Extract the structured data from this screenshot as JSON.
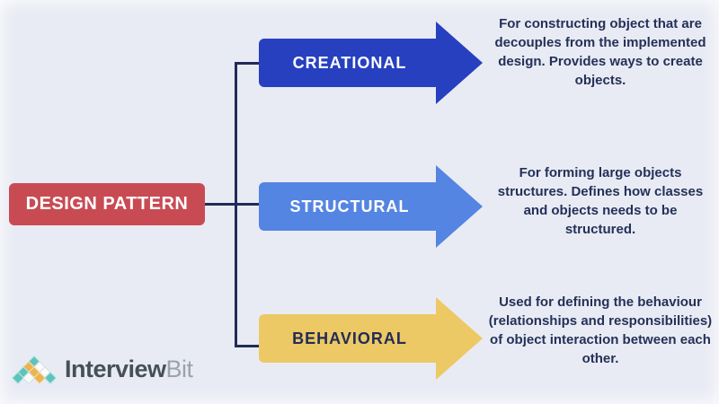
{
  "diagram": {
    "root": {
      "label": "DESIGN PATTERN"
    },
    "branches": [
      {
        "id": "creational",
        "label": "CREATIONAL",
        "description": "For constructing object that are decouples from the implemented design. Provides ways to create objects.",
        "arrow_color": "#2640c0",
        "label_color": "#ffffff"
      },
      {
        "id": "structural",
        "label": "STRUCTURAL",
        "description": "For forming large objects structures. Defines how classes and objects needs to be structured.",
        "arrow_color": "#5585e2",
        "label_color": "#ffffff"
      },
      {
        "id": "behavioral",
        "label": "BEHAVIORAL",
        "description": "Used for defining the behaviour (relationships and responsibilities) of object interaction between each other.",
        "arrow_color": "#ecc964",
        "label_color": "#232c56"
      }
    ]
  },
  "branding": {
    "logo_text_primary": "Interview",
    "logo_text_secondary": "Bit"
  },
  "colors": {
    "background": "#e9ebf4",
    "root_box": "#c84b54",
    "connector": "#202c58",
    "description_text": "#243158",
    "logo_teal": "#5fc3bd",
    "logo_yellow": "#e9b452",
    "logo_text_primary": "#46505a",
    "logo_text_secondary": "#9ba3ab"
  }
}
